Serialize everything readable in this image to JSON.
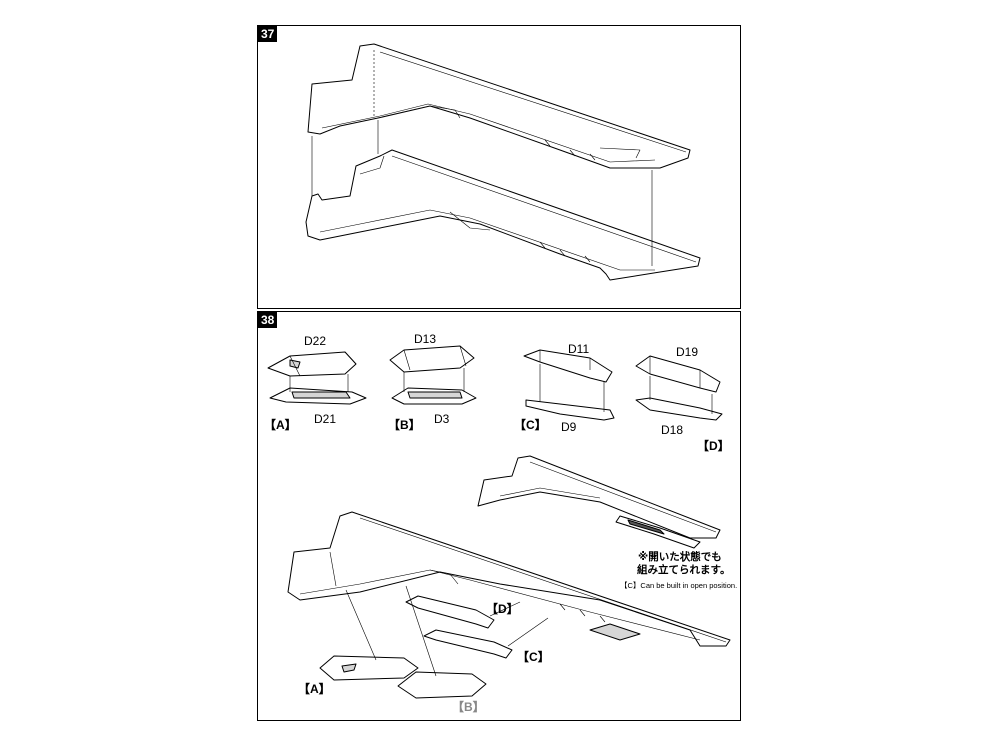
{
  "steps": [
    {
      "number": "37"
    },
    {
      "number": "38",
      "sub_assemblies": [
        {
          "bracket": "【A】",
          "top_part": "D22",
          "bottom_part": "D21"
        },
        {
          "bracket": "【B】",
          "top_part": "D13",
          "bottom_part": "D3"
        },
        {
          "bracket": "【C】",
          "top_part": "D11",
          "bottom_part": "D9"
        },
        {
          "bracket": "【D】",
          "top_part": "D19",
          "bottom_part": "D18"
        }
      ],
      "callouts": {
        "a": "【A】",
        "b": "【B】",
        "c": "【C】",
        "d": "【D】"
      },
      "note": {
        "jp_line1": "※開いた状態でも",
        "jp_line2": "組み立てられます。",
        "en": "【C】Can be built in open position."
      }
    }
  ]
}
